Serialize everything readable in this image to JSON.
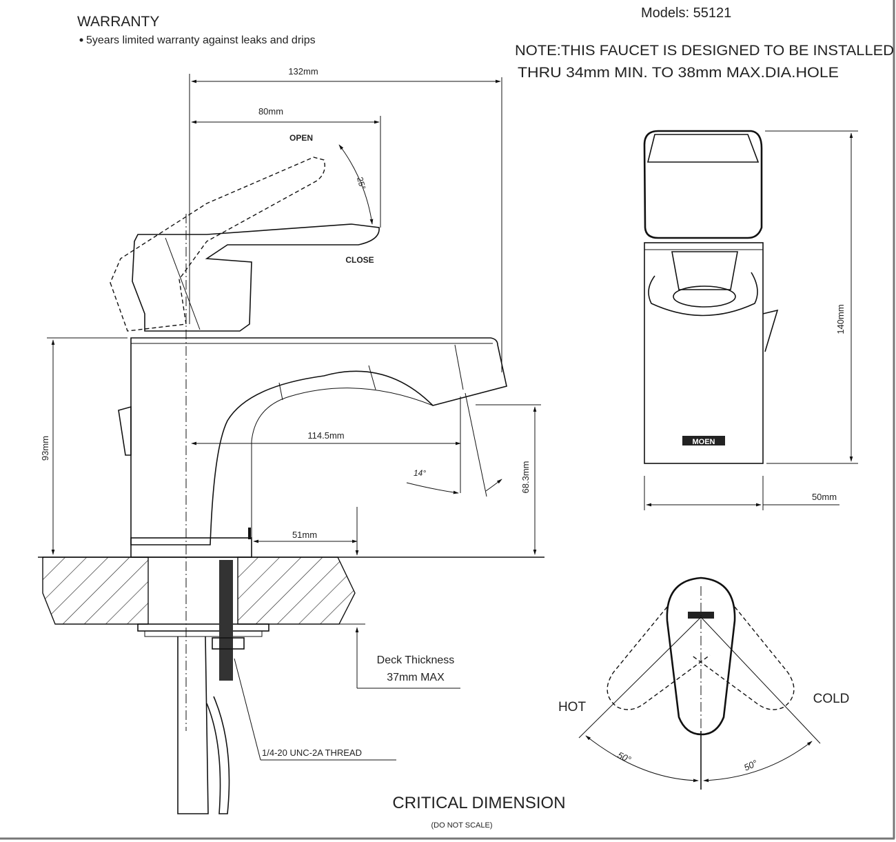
{
  "warranty": {
    "heading": "WARRANTY",
    "bullet": "5years limited warranty against leaks and drips"
  },
  "models": "Models: 55121",
  "note": {
    "line1": "NOTE:THIS FAUCET IS DESIGNED TO BE INSTALLED",
    "line2": "THRU 34mm MIN. TO 38mm MAX.DIA.HOLE"
  },
  "side_view": {
    "dim_132": "132mm",
    "dim_80": "80mm",
    "open": "OPEN",
    "angle_25": "25°",
    "close": "CLOSE",
    "dim_114_5": "114.5mm",
    "angle_14": "14°",
    "dim_68_3": "68.3mm",
    "dim_93": "93mm",
    "dim_51": "51mm",
    "deck_line1": "Deck Thickness",
    "deck_line2": "37mm MAX",
    "thread": "1/4-20 UNC-2A THREAD"
  },
  "front_view": {
    "dim_140": "140mm",
    "dim_50": "50mm",
    "brand": "MOEN"
  },
  "top_view": {
    "hot": "HOT",
    "cold": "COLD",
    "angle_left": "50°",
    "angle_right": "50°"
  },
  "footer": {
    "title": "CRITICAL DIMENSION",
    "subtitle": "(DO NOT SCALE)"
  }
}
